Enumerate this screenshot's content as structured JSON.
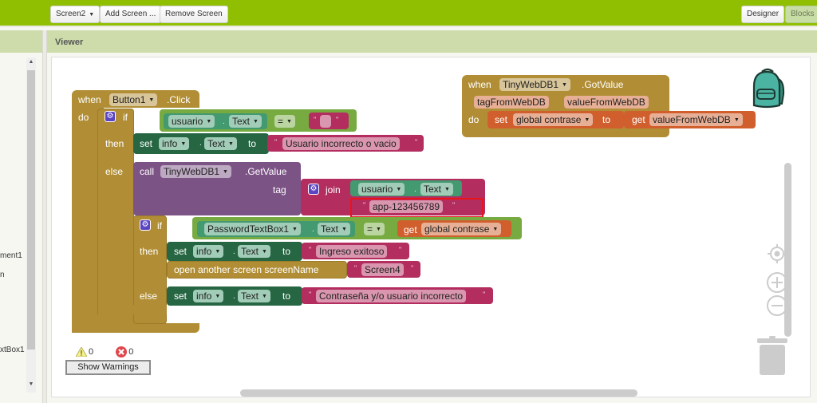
{
  "topbar": {
    "screen_select": "Screen2",
    "add_screen": "Add Screen ...",
    "remove_screen": "Remove Screen",
    "designer": "Designer",
    "blocks": "Blocks",
    "brand_color": "#8fbf00"
  },
  "left_panel": {
    "items": [
      "ment1",
      "n",
      "xtBox1"
    ]
  },
  "viewer": {
    "title": "Viewer"
  },
  "blocks": {
    "button_click": {
      "when": "when",
      "component": "Button1",
      "event": ".Click",
      "do": "do",
      "if1": {
        "if_label": "if",
        "lhs_component": "usuario",
        "lhs_prop": "Text",
        "op": "=",
        "rhs_text": "",
        "then_label": "then",
        "then_set": "set",
        "then_component": "info",
        "then_prop": "Text",
        "then_to": "to",
        "then_value": "Usuario incorrecto o vacio",
        "else_label": "else",
        "call": {
          "call_label": "call",
          "component": "TinyWebDB1",
          "method": ".GetValue",
          "tag_label": "tag",
          "join_label": "join",
          "join_component": "usuario",
          "join_prop": "Text",
          "join_text": "app-123456789"
        },
        "if2": {
          "if_label": "if",
          "lhs_component": "PasswordTextBox1",
          "lhs_prop": "Text",
          "op": "=",
          "get_label": "get",
          "get_var": "global contrase",
          "then_label": "then",
          "set_label": "set",
          "set_component": "info",
          "set_prop": "Text",
          "to_label": "to",
          "success_value": "Ingreso exitoso",
          "open_screen_label": "open another screen  screenName",
          "screen_name": "Screen4",
          "else_label": "else",
          "else_set": "set",
          "else_component": "info",
          "else_prop": "Text",
          "else_to": "to",
          "else_value": "Contraseña y/o usuario incorrecto"
        }
      }
    },
    "got_value": {
      "when": "when",
      "component": "TinyWebDB1",
      "event": ".GotValue",
      "param1": "tagFromWebDB",
      "param2": "valueFromWebDB",
      "do": "do",
      "set_label": "set",
      "set_var": "global contrase",
      "to_label": "to",
      "get_label": "get",
      "get_var": "valueFromWebDB"
    }
  },
  "warnings": {
    "warning_count": "0",
    "error_count": "0",
    "show_warnings": "Show Warnings"
  },
  "icons": [
    "backpack-icon",
    "recenter-icon",
    "zoom-in-icon",
    "zoom-out-icon",
    "trash-icon",
    "warning-icon",
    "error-icon",
    "mutator-gear-icon"
  ]
}
